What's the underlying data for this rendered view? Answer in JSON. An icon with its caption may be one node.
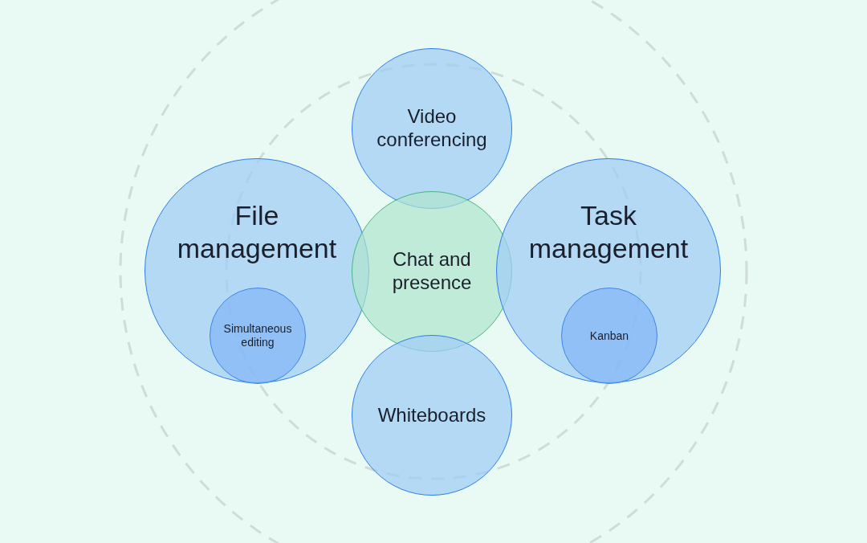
{
  "diagram": {
    "nodes": [
      {
        "text": [
          "Video conferencing"
        ]
      },
      {
        "text": [
          "File management"
        ]
      },
      {
        "text": [
          "Simultaneous editing"
        ],
        "in": 1
      },
      {
        "text": [
          "Chat and presence"
        ]
      },
      {
        "text": [
          "Task management"
        ]
      },
      {
        "text": [
          "Kanban"
        ],
        "in": 4
      },
      {
        "text": [
          "Whiteboards"
        ]
      }
    ]
  }
}
